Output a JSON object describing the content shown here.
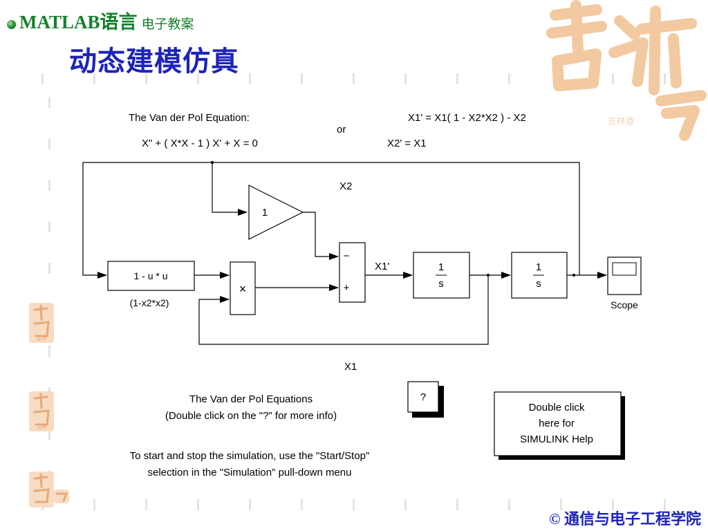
{
  "header": {
    "brand": "MATLAB语言",
    "subtitle": "电子教案",
    "heading": "动态建模仿真"
  },
  "footer": {
    "text": "© 通信与电子工程学院"
  },
  "decorations": {
    "corner_watermark": "吉祥意",
    "side_icon_text": "吉祥"
  },
  "colors": {
    "brand_green": "#16802c",
    "heading_blue": "#1d24b8",
    "watermark_orange": "#f3c9a1",
    "line": "#000000"
  },
  "diagram": {
    "equation_title": "The Van der Pol Equation:",
    "equation_main": "X\" + ( X*X - 1 ) X' + X = 0",
    "or_label": "or",
    "eq_x1": "X1' = X1( 1 - X2*X2 ) - X2",
    "eq_x2": "X2' = X1",
    "signal_x2": "X2",
    "signal_x1dot": "X1'",
    "signal_x1": "X1",
    "fcn_expr": "1 - u * u",
    "fcn_caption": "(1-x2*x2)",
    "gain_value": "1",
    "product_symbol": "×",
    "sum_minus": "−",
    "sum_plus": "+",
    "integrator_num": "1",
    "integrator_den": "s",
    "scope_label": "Scope",
    "info_line1": "The Van der Pol Equations",
    "info_line2": "(Double click on the \"?\" for more info)",
    "info_button": "?",
    "help_line1": "Double click",
    "help_line2": "here for",
    "help_line3": "SIMULINK Help",
    "instr_line1": "To start and stop the simulation, use the \"Start/Stop\"",
    "instr_line2": "selection in the \"Simulation\" pull-down menu"
  }
}
